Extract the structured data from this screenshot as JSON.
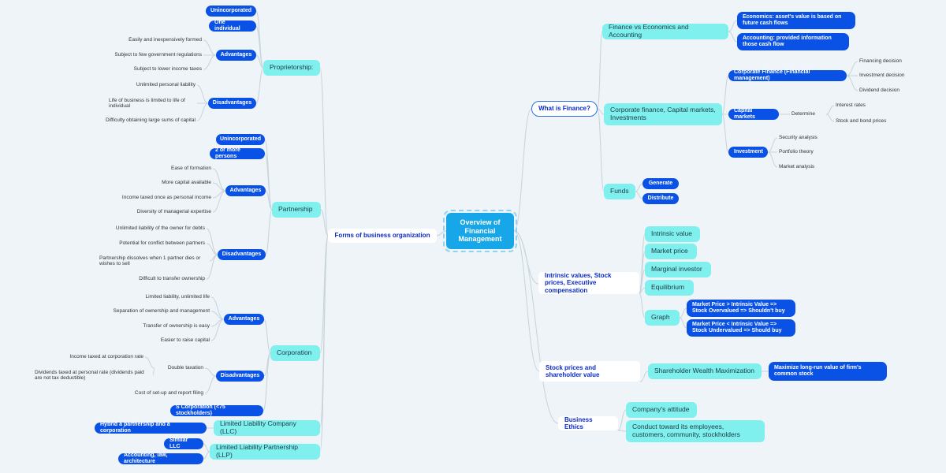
{
  "center": "Overview of Financial Management",
  "right": {
    "what_is_finance": {
      "label": "What is Finance?",
      "fin_vs_econ": {
        "label": "Finance vs Economics and Accounting",
        "economics": "Economics: asset's value is based on future cash flows",
        "accounting": "Accounting: provided information those cash flow"
      },
      "corp_fin": {
        "label": "Corporate finance, Capital markets, Investments",
        "corporate_finance": {
          "label": "Corporate Finance (Financial management)",
          "items": [
            "Financing decision",
            "Investment decision",
            "Dividend decision"
          ]
        },
        "capital_markets": {
          "label": "Capital markets",
          "determine": "Determine",
          "items": [
            "Interest rates",
            "Stock and bond prices"
          ]
        },
        "investment": {
          "label": "Investment",
          "items": [
            "Security analysis",
            "Portfolio theory",
            "Market analysis"
          ]
        }
      },
      "funds": {
        "label": "Funds",
        "items": [
          "Generate",
          "Distribute"
        ]
      }
    },
    "intrinsic": {
      "label": "Intrinsic values, Stock prices, Executive compensation",
      "items": [
        "Intrinsic value",
        "Market price",
        "Marginal investor",
        "Equilibrium"
      ],
      "graph": {
        "label": "Graph",
        "items": [
          "Market Price > Intrinsic Value => Stock Overvalued => Shouldn't buy",
          "Market Price < Intrinsic Value => Stock Undervalued => Should buy"
        ]
      }
    },
    "stock_prices": {
      "label": "Stock prices and shareholder value",
      "swm": "Shareholder Wealth Maximization",
      "maximize": "Maximize long-run value of firm's common stock"
    },
    "ethics": {
      "label": "Business Ethics",
      "items": [
        "Company's attitude",
        "Conduct toward its employees, customers, community, stockholders"
      ]
    }
  },
  "left": {
    "forms": {
      "label": "Forms of business organization",
      "proprietorship": {
        "label": "Proprietorship:",
        "unincorporated": "Unincorporated",
        "one_individual": "One individual",
        "advantages": {
          "label": "Advantages",
          "items": [
            "Easily and inexpensively formed",
            "Subject to few government regulations",
            "Subject to lower income taxes"
          ]
        },
        "disadvantages": {
          "label": "Disadvantages",
          "items": [
            "Unlimited personal liability",
            "Life of business is limited to life of individual",
            "Difficulty obtaining large sums of capital"
          ]
        }
      },
      "partnership": {
        "label": "Partnership",
        "unincorporated": "Unincorporated",
        "two_or_more": "2 or more persons",
        "advantages": {
          "label": "Advantages",
          "items": [
            "Ease of formation",
            "More capital available",
            "Income taxed once as personal income",
            "Diversity of managerial expertise"
          ]
        },
        "disadvantages": {
          "label": "Disadvantages",
          "items": [
            "Unlimited liability of the owner for debts",
            "Potential for conflict between partners",
            "Partnership dissolves when 1 partner dies or wishes to sell",
            "Difficult to transfer ownership"
          ]
        }
      },
      "corporation": {
        "label": "Corporation",
        "advantages": {
          "label": "Advantages",
          "items": [
            "Limited liability, unlimited life",
            "Separation of ownership and management",
            "Transfer of ownership is easy",
            "Easier to raise capital"
          ]
        },
        "disadvantages": {
          "label": "Disadvantages",
          "double_taxation": "Double taxation",
          "dt_items": [
            "Income taxed at corporation rate",
            "Dividends taxed at personal rate (dividends paid are not tax deductible)"
          ],
          "cost": "Cost of set-up and report filing"
        },
        "s_corp": "S Corporation (<75 stockholders)"
      },
      "llc": {
        "label": "Limited Liability Company (LLC)",
        "hybrid": "Hybrid a partnership and a corporation"
      },
      "llp": {
        "label": "Limited Liability Partnership (LLP)",
        "items": [
          "Similar LLC",
          "Accounting, law, architecture"
        ]
      }
    }
  },
  "colors": {
    "center": "#17a7e8",
    "topic": "#7ff0ee",
    "pill": "#0a52e6",
    "link": "#0a2bc9",
    "connector": "#c7d3da"
  }
}
